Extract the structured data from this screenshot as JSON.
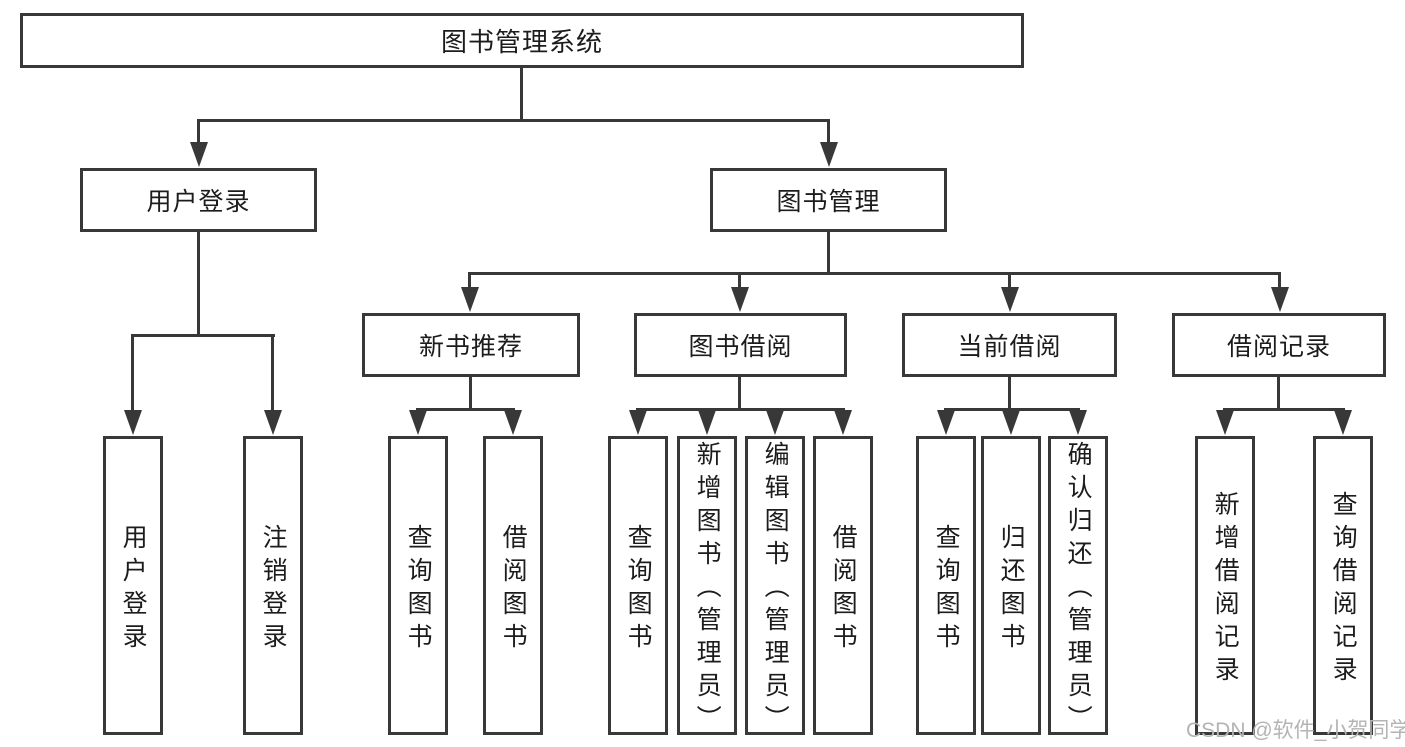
{
  "diagram_title": "图书管理系统",
  "tree": {
    "label": "图书管理系统",
    "children": [
      {
        "label": "用户登录",
        "children": [
          {
            "label": "用户登录"
          },
          {
            "label": "注销登录"
          }
        ]
      },
      {
        "label": "图书管理",
        "children": [
          {
            "label": "新书推荐",
            "children": [
              {
                "label": "查询图书"
              },
              {
                "label": "借阅图书"
              }
            ]
          },
          {
            "label": "图书借阅",
            "children": [
              {
                "label": "查询图书"
              },
              {
                "label": "新增图书（管理员）"
              },
              {
                "label": "编辑图书（管理员）"
              },
              {
                "label": "借阅图书"
              }
            ]
          },
          {
            "label": "当前借阅",
            "children": [
              {
                "label": "查询图书"
              },
              {
                "label": "归还图书"
              },
              {
                "label": "确认归还（管理员）"
              }
            ]
          },
          {
            "label": "借阅记录",
            "children": [
              {
                "label": "新增借阅记录"
              },
              {
                "label": "查询借阅记录"
              }
            ]
          }
        ]
      }
    ]
  },
  "watermark": {
    "text": "CSDN @软件_小贺同学"
  },
  "colors": {
    "line": "#383838",
    "box-fill": "#ffffff",
    "text": "#1c1c1c",
    "watermark": "#b4b4b4"
  }
}
